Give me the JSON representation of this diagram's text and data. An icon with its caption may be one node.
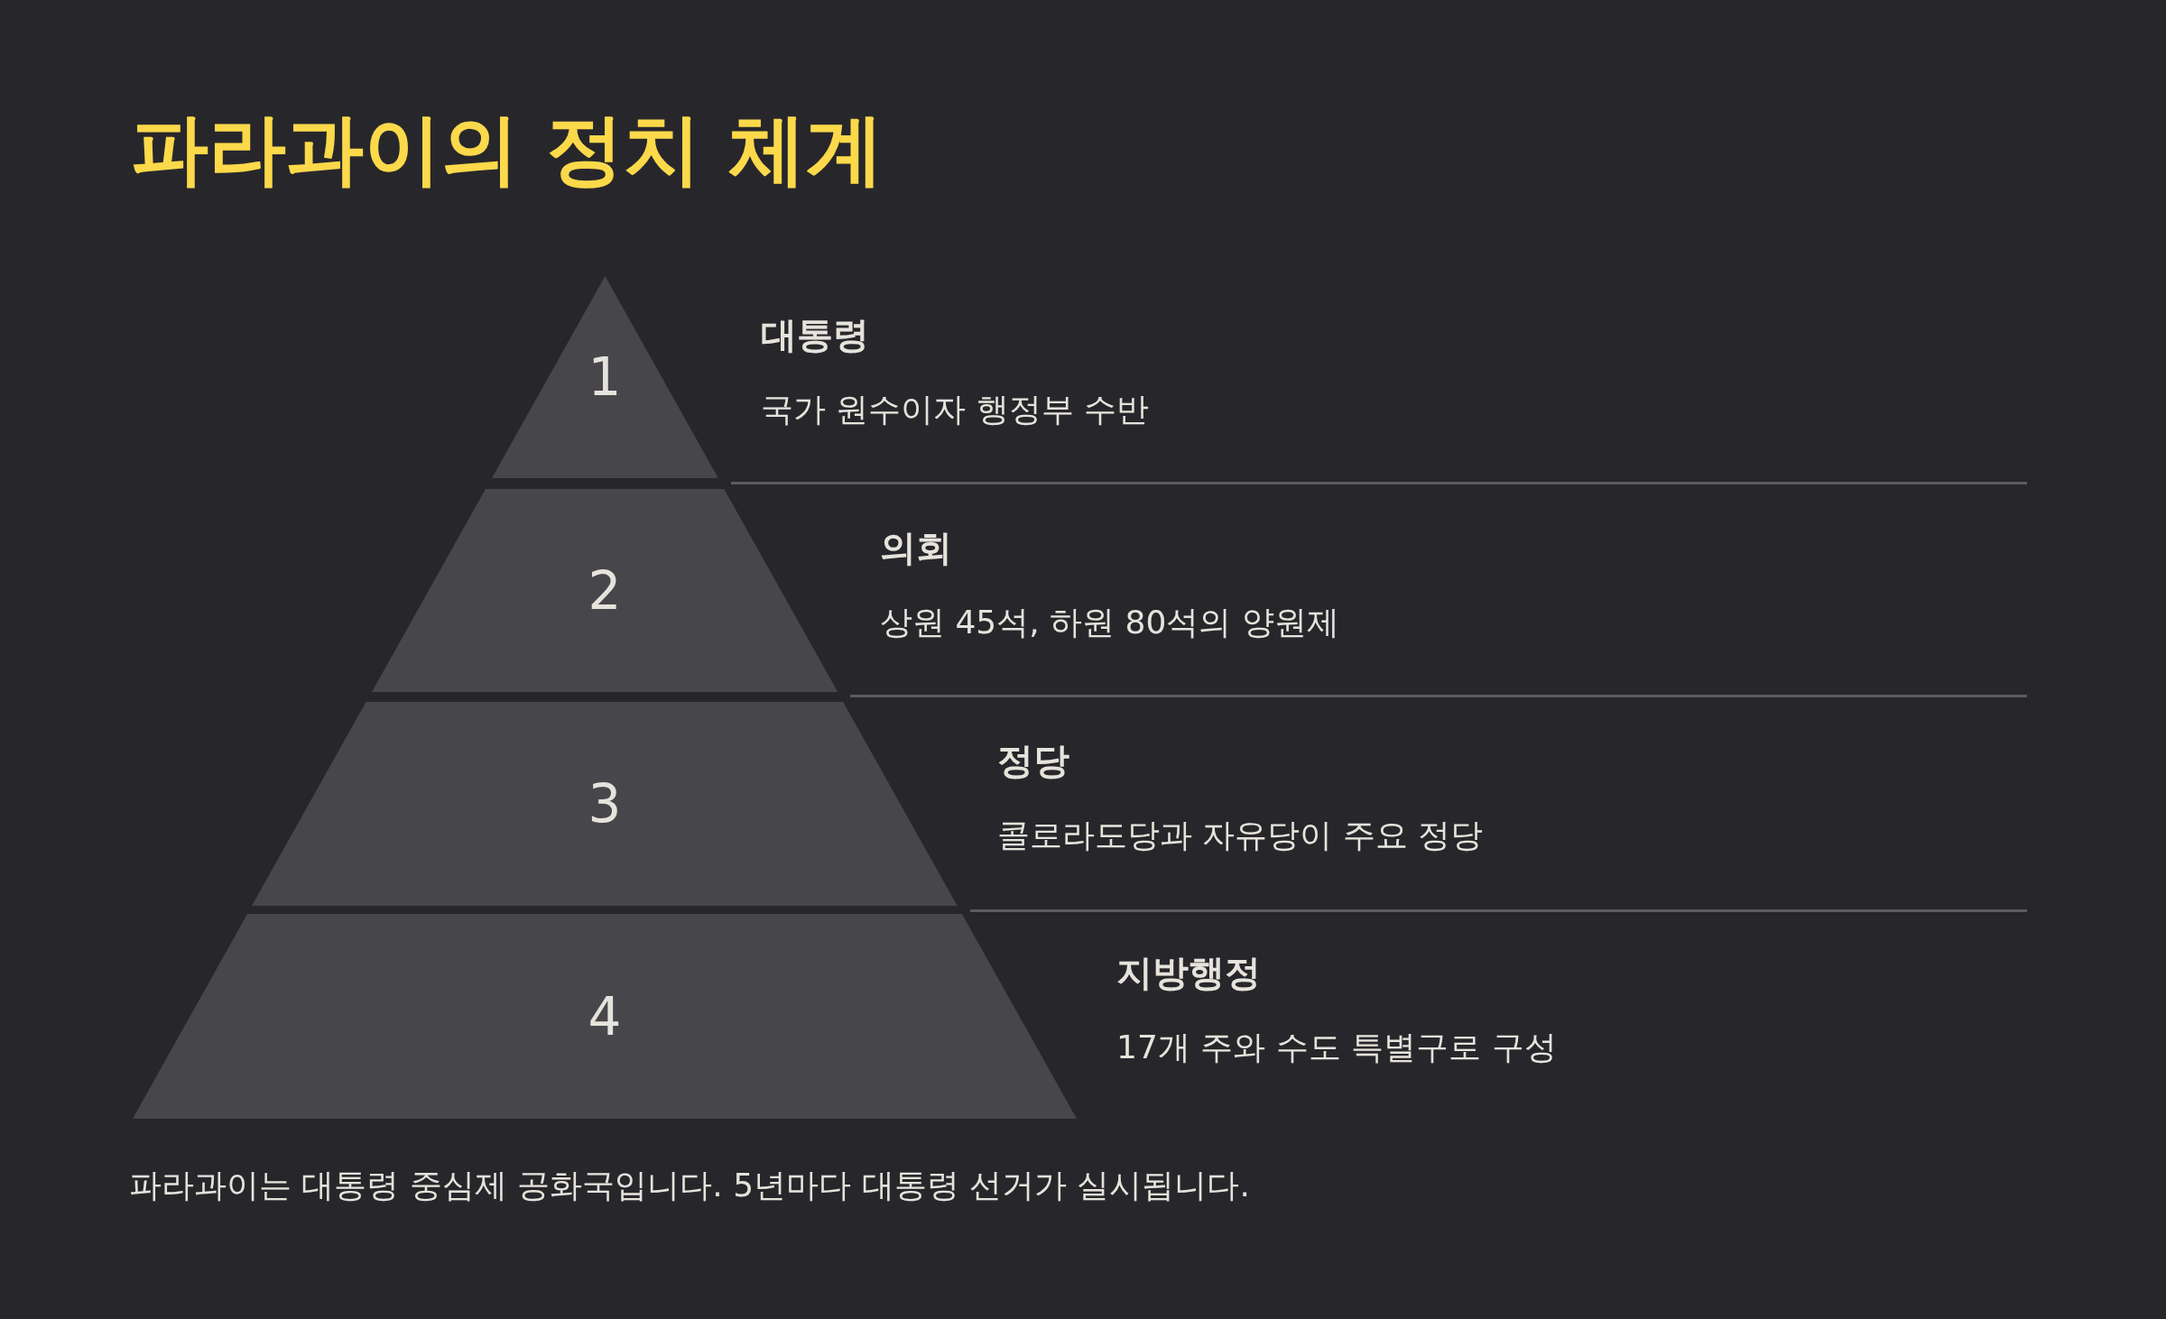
{
  "diagram": {
    "title": "파라과이의 정치 체계",
    "caption": "파라과이는 대통령 중심제 공화국입니다. 5년마다 대통령 선거가 실시됩니다.",
    "nodes": [
      {
        "text": [
          "1"
        ],
        "beside": [
          "대통령",
          "국가 원수이자 행정부 수반"
        ]
      },
      {
        "text": [
          "2"
        ],
        "beside": [
          "의회",
          "상원 45석, 하원 80석의 양원제"
        ]
      },
      {
        "text": [
          "3"
        ],
        "beside": [
          "정당",
          "콜로라도당과 자유당이 주요 정당"
        ]
      },
      {
        "text": [
          "4"
        ],
        "beside": [
          "지방행정",
          "17개 주와 수도 특별구로 구성"
        ]
      }
    ]
  }
}
